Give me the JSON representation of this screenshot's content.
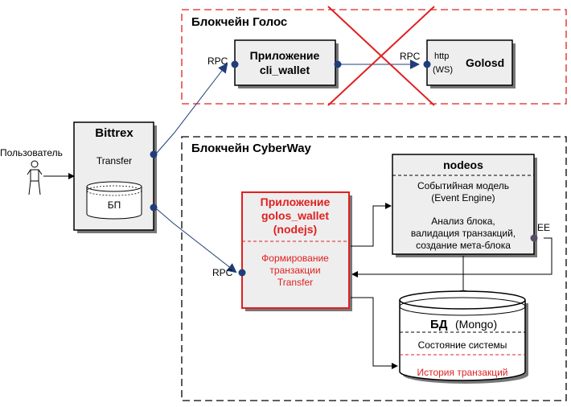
{
  "colors": {
    "accent_red": "#e02020",
    "box_fill": "#eeeeee",
    "connector_blue": "#1f3d7a",
    "ee_dot": "#5a4a6a"
  },
  "golos_chain": {
    "title": "Блокчейн Голос",
    "cli_wallet": {
      "line1": "Приложение",
      "line2": "cli_wallet"
    },
    "rpc_cli": "RPC",
    "rpc_golosd": "RPC",
    "golosd": {
      "http": "http",
      "ws": "(WS)",
      "name": "Golosd"
    }
  },
  "user": {
    "label": "Пользователь",
    "icon": "user-icon"
  },
  "bittrex": {
    "title": "Bittrex",
    "transfer": "Transfer",
    "db": "БП"
  },
  "cyberway_chain": {
    "title": "Блокчейн CyberWay",
    "golos_wallet": {
      "line1": "Приложение",
      "line2": "golos_wallet",
      "line3": "(nodejs)",
      "desc1": "Формирование",
      "desc2": "транзакции",
      "desc3": "Transfer",
      "rpc": "RPC"
    },
    "nodeos": {
      "title": "nodeos",
      "line1": "Событийная модель",
      "line2": "(Event Engine)",
      "line3": "Анализ блока,",
      "line4": "валидация транзакций,",
      "line5": "создание мета-блока",
      "ee": "EE"
    },
    "db": {
      "title": "БД",
      "subtitle": "(Mongo)",
      "state": "Состояние системы",
      "history": "История транзакций"
    }
  }
}
